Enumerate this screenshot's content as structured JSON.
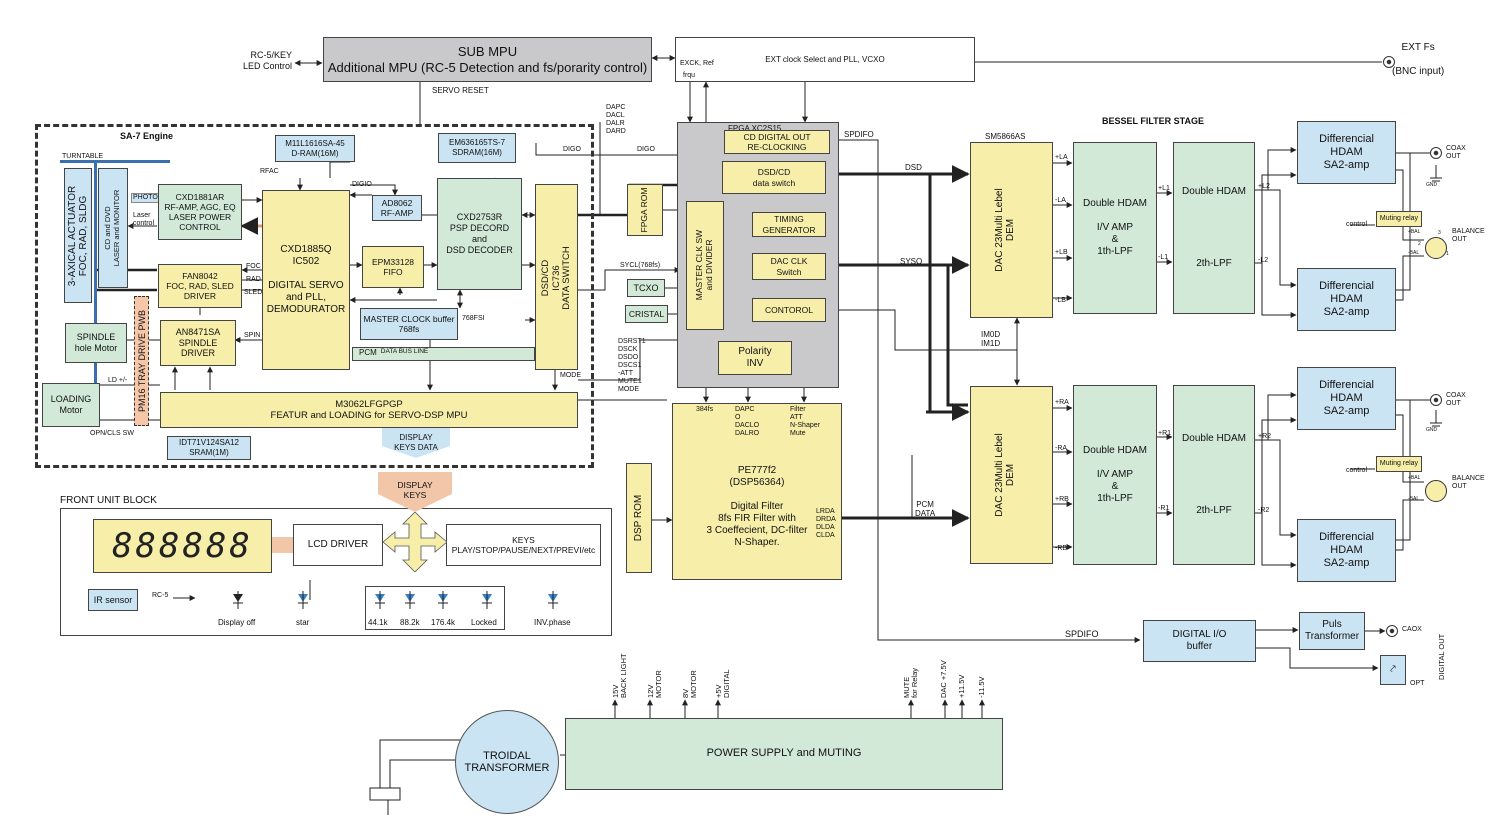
{
  "sub_mpu": {
    "title": "SUB MPU",
    "subtitle": "Additional MPU (RC-5 Detection and fs/porarity control)"
  },
  "rc5_key_label": "RC-5/KEY\nLED Control",
  "servo_reset_label": "SERVO RESET",
  "ext_clock": {
    "label": "EXT clock Select and PLL, VCXO",
    "exck_label": "EXCK, Ref",
    "frqu_label": "frqu"
  },
  "ext_fs": {
    "label": "EXT Fs",
    "sub": "(BNC input)"
  },
  "sa7": {
    "title": "SA-7 Engine",
    "turntable_label": "TURNTABLE",
    "actuator": "3-AXICAL ACTUATOR\nFOC, RAD, SLDG",
    "laser_monitor": "CD and DVD\nLASER and MONITOR",
    "photo_label": "PHOTO",
    "laser_control_label": "Laser\ncontrol",
    "cxd1881": "CXD1881AR\nRF-AMP, AGC, EQ\nLASER POWER\nCONTROL",
    "fan8042": "FAN8042\nFOC, RAD, SLED\nDRIVER",
    "foc": "FOC",
    "rad": "RAD",
    "sled": "SLED",
    "spin": "SPIN",
    "spindle_motor": "SPINDLE\nhole Motor",
    "an8471": "AN8471SA\nSPINDLE DRIVER",
    "tray_pwb": "PM16 TRAY DRIVE PWB",
    "loading_motor": "LOADING\nMotor",
    "ld_label": "LD +/-",
    "opn_label": "OPN/CLS SW",
    "m11": "M11L1616SA-45\nD-RAM(16M)",
    "rfac": "RFAC",
    "digio": "DIGIO",
    "cxd1885": "CXD1885Q\nIC502\n\nDIGITAL SERVO\nand PLL,\nDEMODURATOR",
    "ad8062": "AD8062\nRF-AMP",
    "epm": "EPM33128\nFIFO",
    "master_clock": "MASTER CLOCK  buffer\n768fs",
    "fsi_768": "768FSI",
    "em636": "EM636165TS-7\nSDRAM(16M)",
    "cxd2753": "CXD2753R\nPSP DECORD\nand\nDSD DECODER",
    "ic736": "DSD/CD\nIC736\nDATA SWITCH",
    "pcm_bus": "PCM",
    "pcm_bus_sub": "DATA BUS LINE",
    "mode": "MODE",
    "m3062": "M3062LFGPGP\nFEATUR and LOADING for SERVO-DSP MPU",
    "idt": "IDT71V124SA12\nSRAM(1M)",
    "display_keys_data": "DISPLAY\nKEYS DATA"
  },
  "left_signals": {
    "dapc": "DAPC\nDACL\nDALR\nDARD",
    "digo_a": "DIGO",
    "digo_b": "DIGO",
    "sycl": "SYCL(768fs)",
    "dsrst": "DSRST1\nDSCK\nDSDO\nDSCS1\n-ATT\nMUTE1\nMODE"
  },
  "fpga": {
    "title": "FPGA XC2S15",
    "cd_digital_out": "CD DIGITAL OUT\nRE-CLOCKING",
    "dsd_cd_switch": "DSD/CD\ndata switch",
    "timing": "TIMING\nGENERATOR",
    "dac_clk": "DAC CLK\nSwitch",
    "contorol": "CONTOROL",
    "master_clk": "MASTER CLK SW\nand DIVIDER",
    "polarity": "Polarity\nINV"
  },
  "fpga_rom": "FPGA ROM",
  "tcxo": "TCXO",
  "cristal": "CRISTAL",
  "spdifo_top": "SPDIFO",
  "dsd_label": "DSD",
  "syso_label": "SYSO",
  "im_label": "IM0D\nIM1D",
  "pcm_data_label": "PCM\nDATA",
  "pe777": {
    "sig_384": "384fs",
    "sig_dapc": "DAPC\nO\nDACLO\nDALRO",
    "sig_filter": "Filter\nATT\nN-Shaper\nMute",
    "body": "PE777f2\n(DSP56364)\n\nDigital Filter\n8fs FIR Filter with\n3 Coeffecient, DC-filter\nN-Shaper.",
    "lrda": "LRDA\nDRDA\nDLDA\nCLDA"
  },
  "dsp_rom": "DSP ROM",
  "dac": {
    "sm_label": "SM5866AS",
    "upper": "DAC 23Multi Lebel\nDEM",
    "lower": "DAC 23Multi Lebel\nDEM",
    "la_p": "+LA",
    "la_m": "-LA",
    "lb_p": "+LB",
    "lb_m": "-LB",
    "ra_p": "+RA",
    "ra_m": "-RA",
    "rb_p": "+RB",
    "rb_m": "-RB"
  },
  "hdam": {
    "upper": "Double HDAM\n\nI/V AMP\n&\n1th-LPF",
    "lower": "Double HDAM\n\nI/V AMP\n&\n1th-LPF",
    "l1_p": "+L1",
    "l1_m": "-L1",
    "r1_p": "+R1",
    "r1_m": "-R1"
  },
  "bessel": {
    "title": "BESSEL FILTER STAGE",
    "upper": "Double HDAM\n\n\n\n\n\n2th-LPF",
    "lower": "Double HDAM\n\n\n\n\n\n2th-LPF",
    "l2_p": "+L2",
    "l2_m": "-L2",
    "r2_p": "+R2",
    "r2_m": "-R2"
  },
  "sa2": {
    "a": "Differencial\nHDAM\nSA2-amp",
    "b": "Differencial\nHDAM\nSA2-amp",
    "c": "Differencial\nHDAM\nSA2-amp",
    "d": "Differencial\nHDAM\nSA2-amp"
  },
  "outputs": {
    "coax_out_top": "COAX\nOUT",
    "coax_out_bottom": "COAX\nOUT",
    "muting_relay_top": "Muting relay",
    "muting_relay_bottom": "Muting relay",
    "control_top": "control",
    "control_bottom": "control",
    "balance_top": "BALANCE\nOUT",
    "balance_bottom": "BALANCE\nOUT",
    "gnd": "GND",
    "bal_p": "+BAL",
    "bal_m": "-BAL",
    "pin3": "3",
    "pin2": "2",
    "pin1": "1"
  },
  "spdifo_bottom": "SPDIFO",
  "digital_io": "DIGITAL I/O\nbuffer",
  "puls_transformer": "Puls\nTransformer",
  "caox": "CAOX",
  "digital_out": "DIGITAL OUT",
  "opt": "OPT",
  "front": {
    "title": "FRONT UNIT BLOCK",
    "lcd_digits": "888888",
    "lcd_driver": "LCD DRIVER",
    "keys": "KEYS\nPLAY/STOP/PAUSE/NEXT/PREVI/etc",
    "ir_sensor": "IR sensor",
    "rc5": "RC-5",
    "display_off": "Display off",
    "star": "star",
    "led_44": "44.1k",
    "led_88": "88.2k",
    "led_176": "176.4k",
    "led_locked": "Locked",
    "inv_phase": "INV.phase"
  },
  "display_keys": "DISPLAY\nKEYS",
  "power": {
    "label": "POWER SUPPLY and MUTING",
    "r15v": "15V\nBACK LIGHT",
    "r12v": "12V\nMOTOR",
    "r8v": "8V\nMOTOR",
    "r5v": "+5V\nDIGITAL",
    "mute": "MUTE\nfor Relay",
    "dac75": "DAC +7.5V",
    "p115": "+11.5V",
    "m115": "-11.5V"
  },
  "transformer": "TROIDAL\nTRANSFORMER",
  "colors": {
    "yellow": "#f7efa9",
    "green": "#d2e9d8",
    "blue": "#cbe4f3",
    "gray": "#c9c9cc",
    "led": "#3a7ec4"
  }
}
